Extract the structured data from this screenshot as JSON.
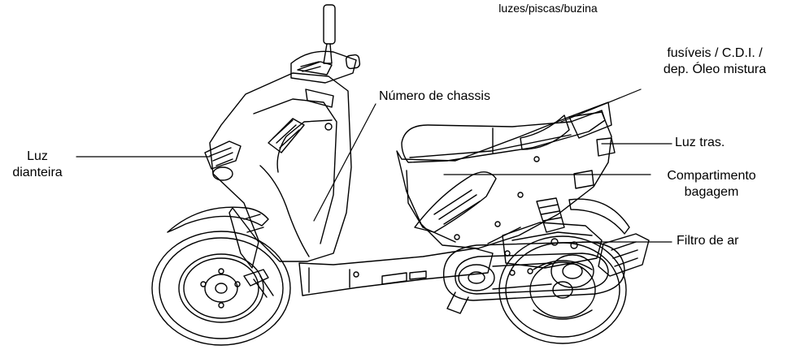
{
  "labels": {
    "top_cut": "luzes/piscas/buzina",
    "fuse_line1": "fusíveis / C.D.I. /",
    "fuse_line2": "dep. Óleo mistura",
    "chassis": "Número de chassis",
    "rear_light": "Luz tras.",
    "front_light_line1": "Luz",
    "front_light_line2": "dianteira",
    "luggage_line1": "Compartimento",
    "luggage_line2": "bagagem",
    "air_filter": "Filtro de ar"
  },
  "colors": {
    "ink": "#000000",
    "background": "#ffffff",
    "shade": "#d9d9d9"
  }
}
